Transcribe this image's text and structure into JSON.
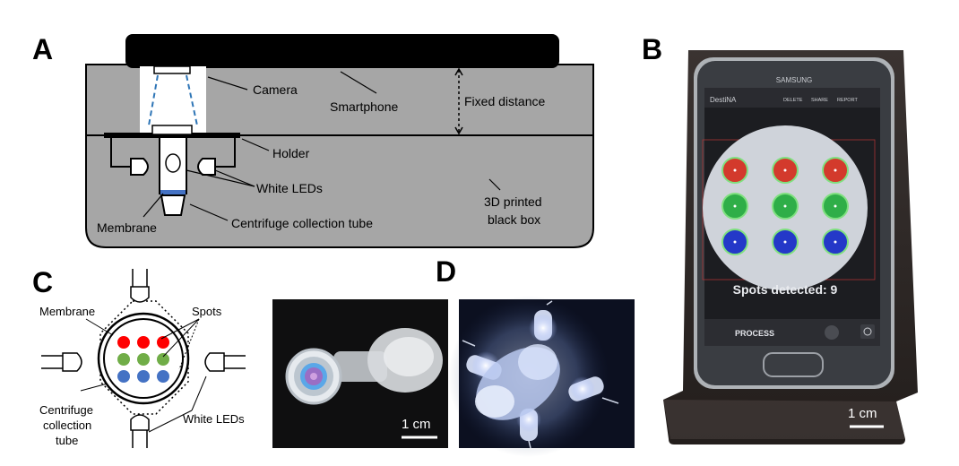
{
  "panels": {
    "a": "A",
    "b": "B",
    "c": "C",
    "d": "D"
  },
  "panel_a": {
    "camera": "Camera",
    "smartphone": "Smartphone",
    "fixed_distance": "Fixed distance",
    "holder": "Holder",
    "white_leds": "White LEDs",
    "printed_box_line1": "3D printed",
    "printed_box_line2": "black box",
    "membrane": "Membrane",
    "tube": "Centrifuge collection tube"
  },
  "panel_b": {
    "brand": "SAMSUNG",
    "app_name": "DestiNA",
    "menu_delete": "DELETE",
    "menu_share": "SHARE",
    "menu_report": "REPORT",
    "spots_detected": "Spots detected: 9",
    "process_button": "PROCESS",
    "scale": "1 cm",
    "spot_colors": [
      "#d33a2c",
      "#2fae48",
      "#2438c8"
    ]
  },
  "panel_c": {
    "membrane": "Membrane",
    "spots": "Spots",
    "tube_line1": "Centrifuge",
    "tube_line2": "collection",
    "tube_line3": "tube",
    "white_leds": "White LEDs",
    "spot_colors": [
      "#ff0000",
      "#70ad47",
      "#4472c4"
    ]
  },
  "panel_d": {
    "scale_left": "1 cm"
  }
}
